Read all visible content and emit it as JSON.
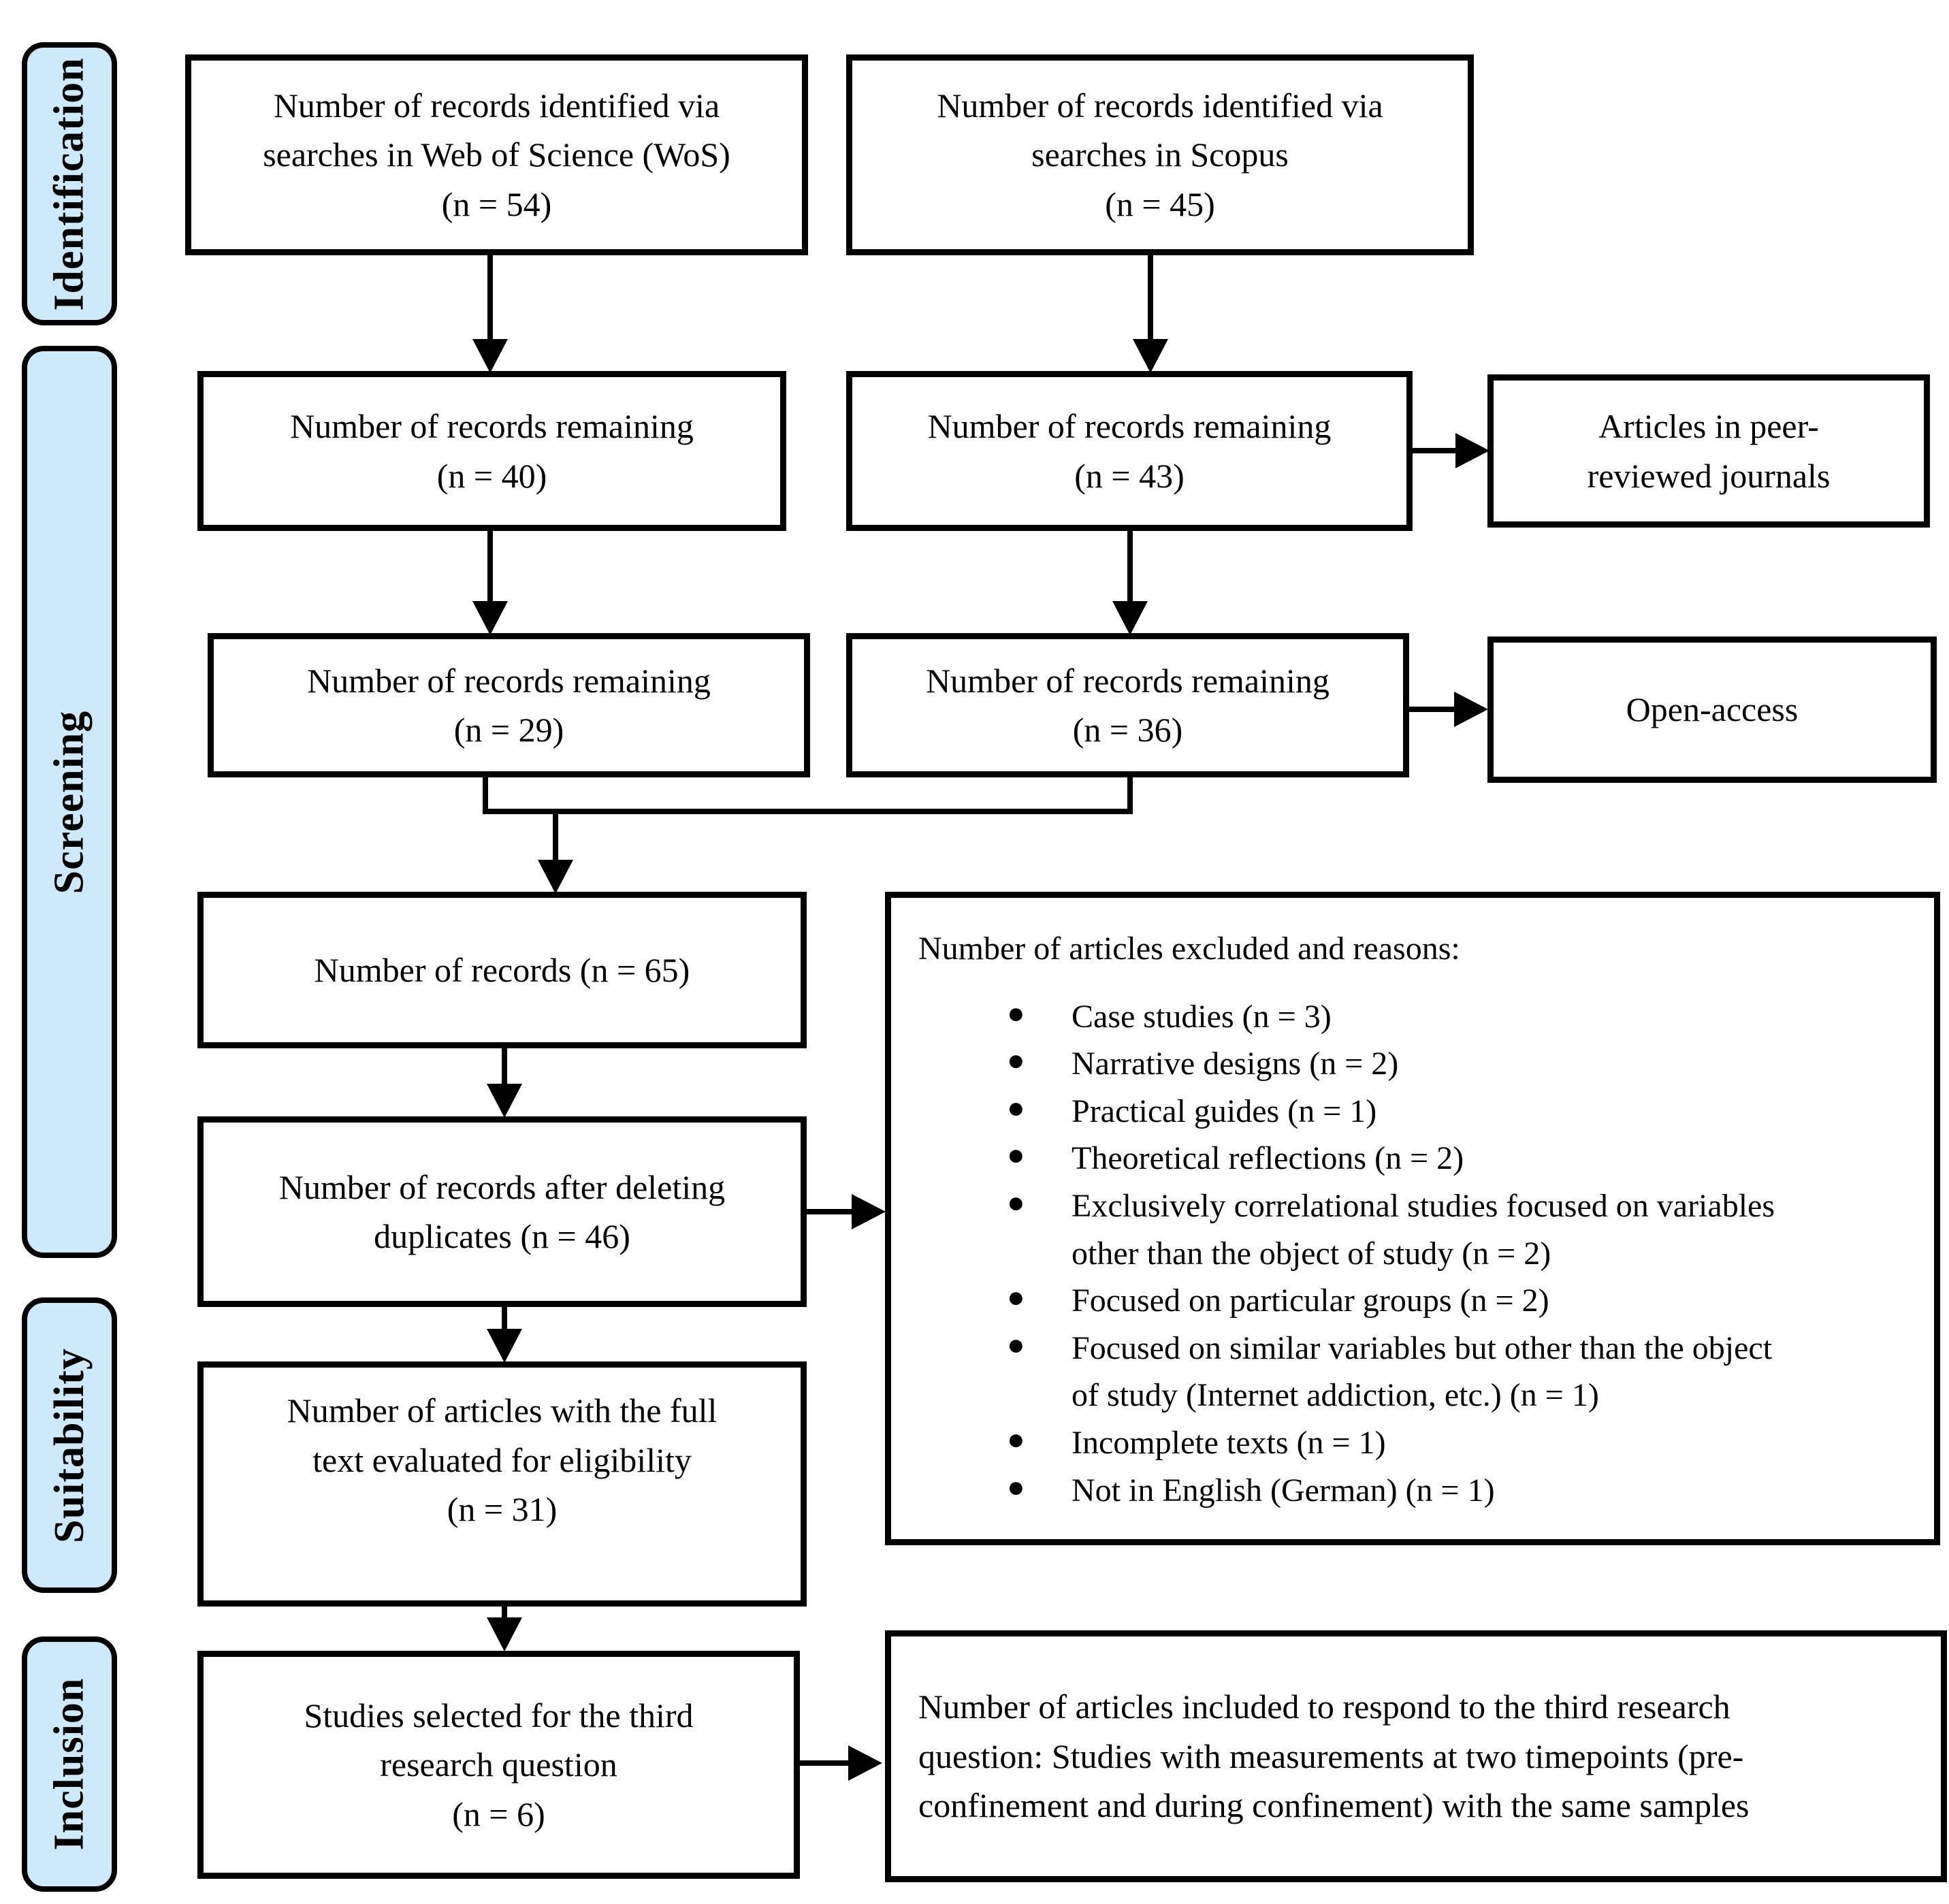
{
  "stages": [
    "Identification",
    "Screening",
    "Suitability",
    "Inclusion"
  ],
  "boxes": {
    "wos": "Number of records identified via\nsearches in Web of Science (WoS)\n(n = 54)",
    "scopus": "Number of records identified via\nsearches in Scopus\n(n = 45)",
    "remaining_wos_1": "Number of records remaining\n(n = 40)",
    "remaining_scopus_1": "Number of records remaining\n(n = 43)",
    "peer_reviewed": "Articles in peer-\nreviewed journals",
    "remaining_wos_2": "Number of records remaining\n(n = 29)",
    "remaining_scopus_2": "Number of records remaining\n(n = 36)",
    "open_access": "Open-access",
    "combined": "Number of records (n = 65)",
    "deduplicated": "Number of records after deleting\nduplicates (n = 46)",
    "full_text": "Number of articles with the full\ntext evaluated for eligibility\n(n = 31)",
    "selected": "Studies selected for the third\nresearch question\n(n = 6)",
    "included": "Number of articles included to respond to the third research\nquestion: Studies with measurements at two timepoints (pre-\nconfinement and during confinement) with the same samples"
  },
  "exclusion": {
    "heading": "Number of articles excluded and reasons:",
    "bullet": "●",
    "items": [
      "Case studies (n = 3)",
      "Narrative designs (n = 2)",
      "Practical guides (n = 1)",
      "Theoretical reflections (n = 2)",
      "Exclusively correlational studies focused on variables\nother than the object of study (n = 2)",
      "Focused on particular groups (n = 2)",
      "Focused on similar variables but other than the object\nof study (Internet addiction, etc.) (n = 1)",
      "Incomplete texts (n = 1)",
      "Not in English (German) (n = 1)"
    ]
  },
  "colors": {
    "stage_fill": "#cde9fa",
    "line": "#000000"
  }
}
